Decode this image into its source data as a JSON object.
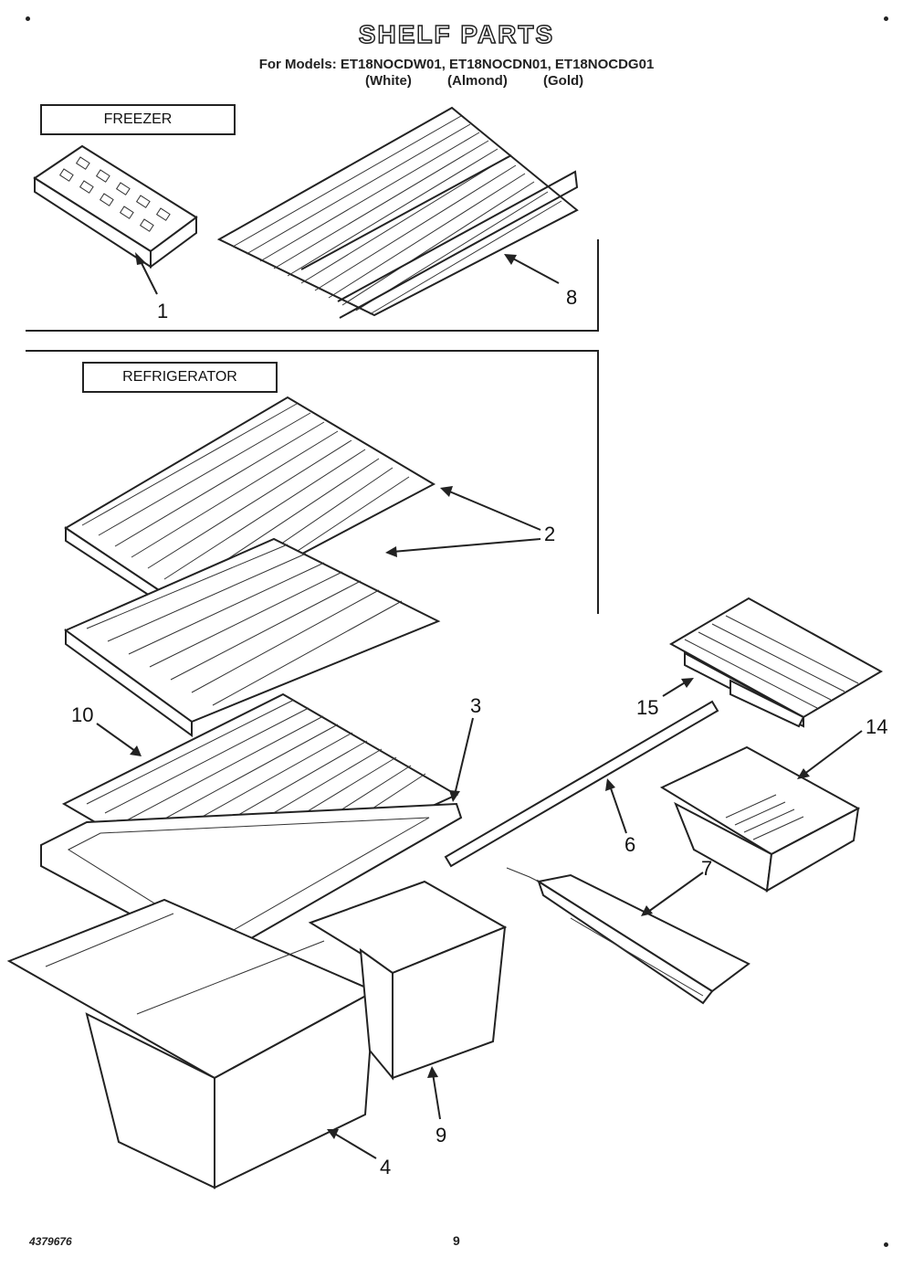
{
  "header": {
    "title": "SHELF PARTS",
    "models_line": "For Models: ET18NOCDW01, ET18NOCDN01, ET18NOCDG01",
    "colors": [
      "(White)",
      "(Almond)",
      "(Gold)"
    ]
  },
  "sections": {
    "freezer": "FREEZER",
    "refrigerator": "REFRIGERATOR"
  },
  "callouts": {
    "c1": "1",
    "c2": "2",
    "c3": "3",
    "c4": "4",
    "c6": "6",
    "c7": "7",
    "c8": "8",
    "c9": "9",
    "c10": "10",
    "c14": "14",
    "c15": "15"
  },
  "footer": {
    "doc_number": "4379676",
    "page_number": "9"
  }
}
